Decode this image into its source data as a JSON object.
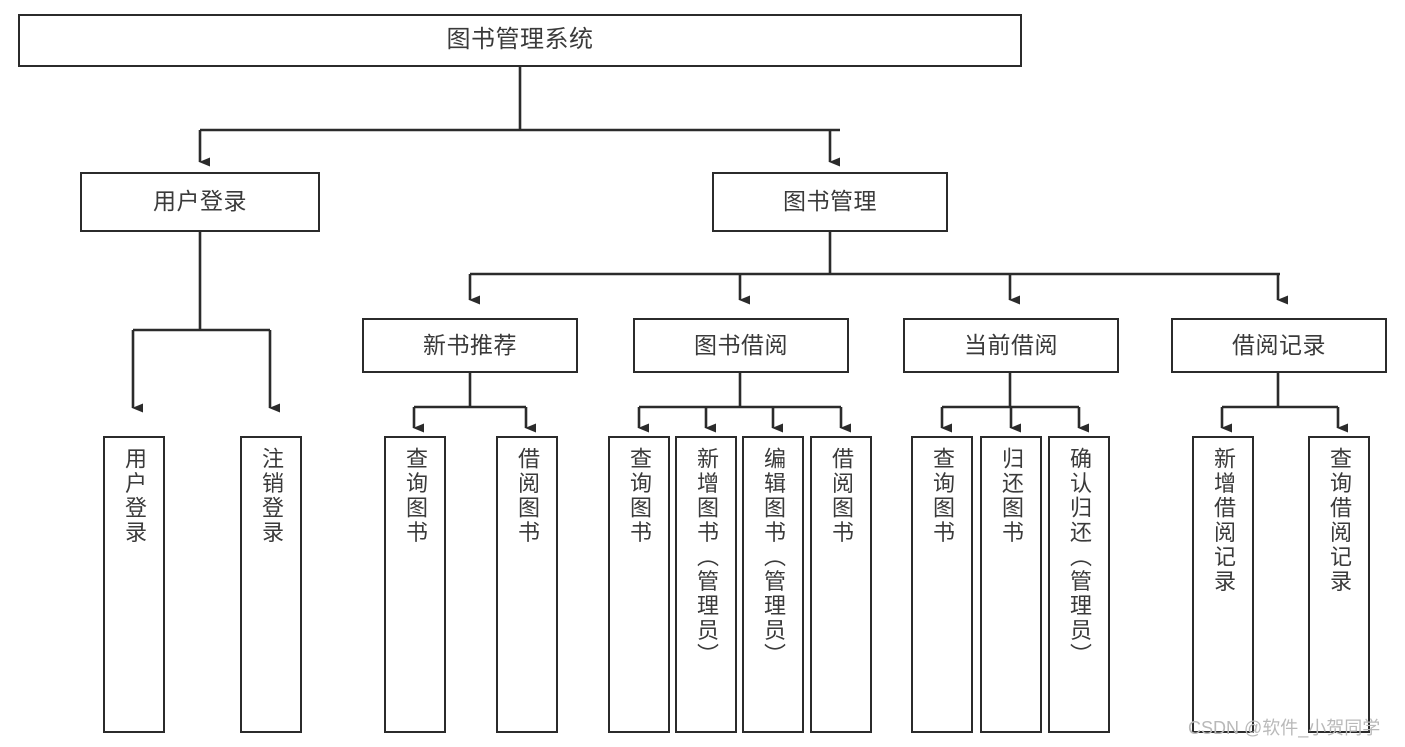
{
  "diagram": {
    "title": "图书管理系统",
    "watermark": "CSDN @软件_小贺同学",
    "stroke_color": "#2b2b2b",
    "text_color": "#3a3a3a",
    "background_color": "#ffffff",
    "root": {
      "label": "图书管理系统"
    },
    "level1": [
      {
        "label": "用户登录"
      },
      {
        "label": "图书管理"
      }
    ],
    "level2": [
      {
        "label": "新书推荐"
      },
      {
        "label": "图书借阅"
      },
      {
        "label": "当前借阅"
      },
      {
        "label": "借阅记录"
      }
    ],
    "leaves": {
      "user_login": [
        {
          "label": "用户登录"
        },
        {
          "label": "注销登录"
        }
      ],
      "new_book_recommend": [
        {
          "label": "查询图书"
        },
        {
          "label": "借阅图书"
        }
      ],
      "book_borrow": [
        {
          "label": "查询图书"
        },
        {
          "label": "新增图书（管理员）"
        },
        {
          "label": "编辑图书（管理员）"
        },
        {
          "label": "借阅图书"
        }
      ],
      "current_borrow": [
        {
          "label": "查询图书"
        },
        {
          "label": "归还图书"
        },
        {
          "label": "确认归还（管理员）"
        }
      ],
      "borrow_record": [
        {
          "label": "新增借阅记录"
        },
        {
          "label": "查询借阅记录"
        }
      ]
    }
  }
}
